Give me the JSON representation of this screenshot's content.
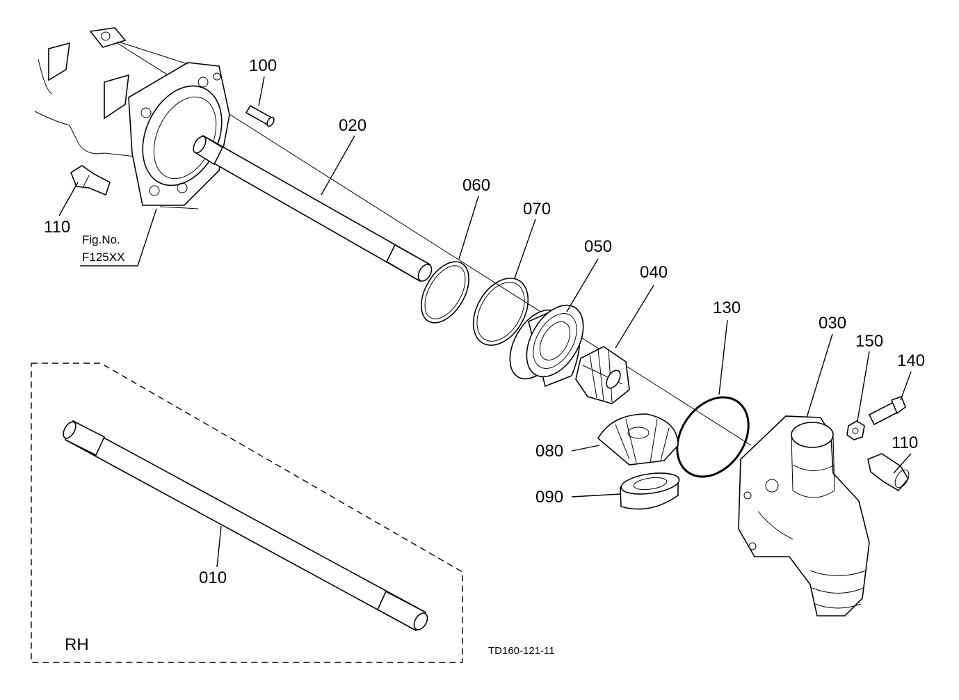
{
  "figure": {
    "fig_ref_line1": "Fig.No.",
    "fig_ref_line2": "F125XX",
    "inset_label": "RH",
    "drawing_code": "TD160-121-11"
  },
  "callouts": [
    {
      "id": "100",
      "text": "100"
    },
    {
      "id": "020",
      "text": "020"
    },
    {
      "id": "110a",
      "text": "110"
    },
    {
      "id": "060",
      "text": "060"
    },
    {
      "id": "070",
      "text": "070"
    },
    {
      "id": "050",
      "text": "050"
    },
    {
      "id": "040",
      "text": "040"
    },
    {
      "id": "130",
      "text": "130"
    },
    {
      "id": "030",
      "text": "030"
    },
    {
      "id": "150",
      "text": "150"
    },
    {
      "id": "140",
      "text": "140"
    },
    {
      "id": "110b",
      "text": "110"
    },
    {
      "id": "080",
      "text": "080"
    },
    {
      "id": "090",
      "text": "090"
    },
    {
      "id": "010",
      "text": "010"
    }
  ]
}
